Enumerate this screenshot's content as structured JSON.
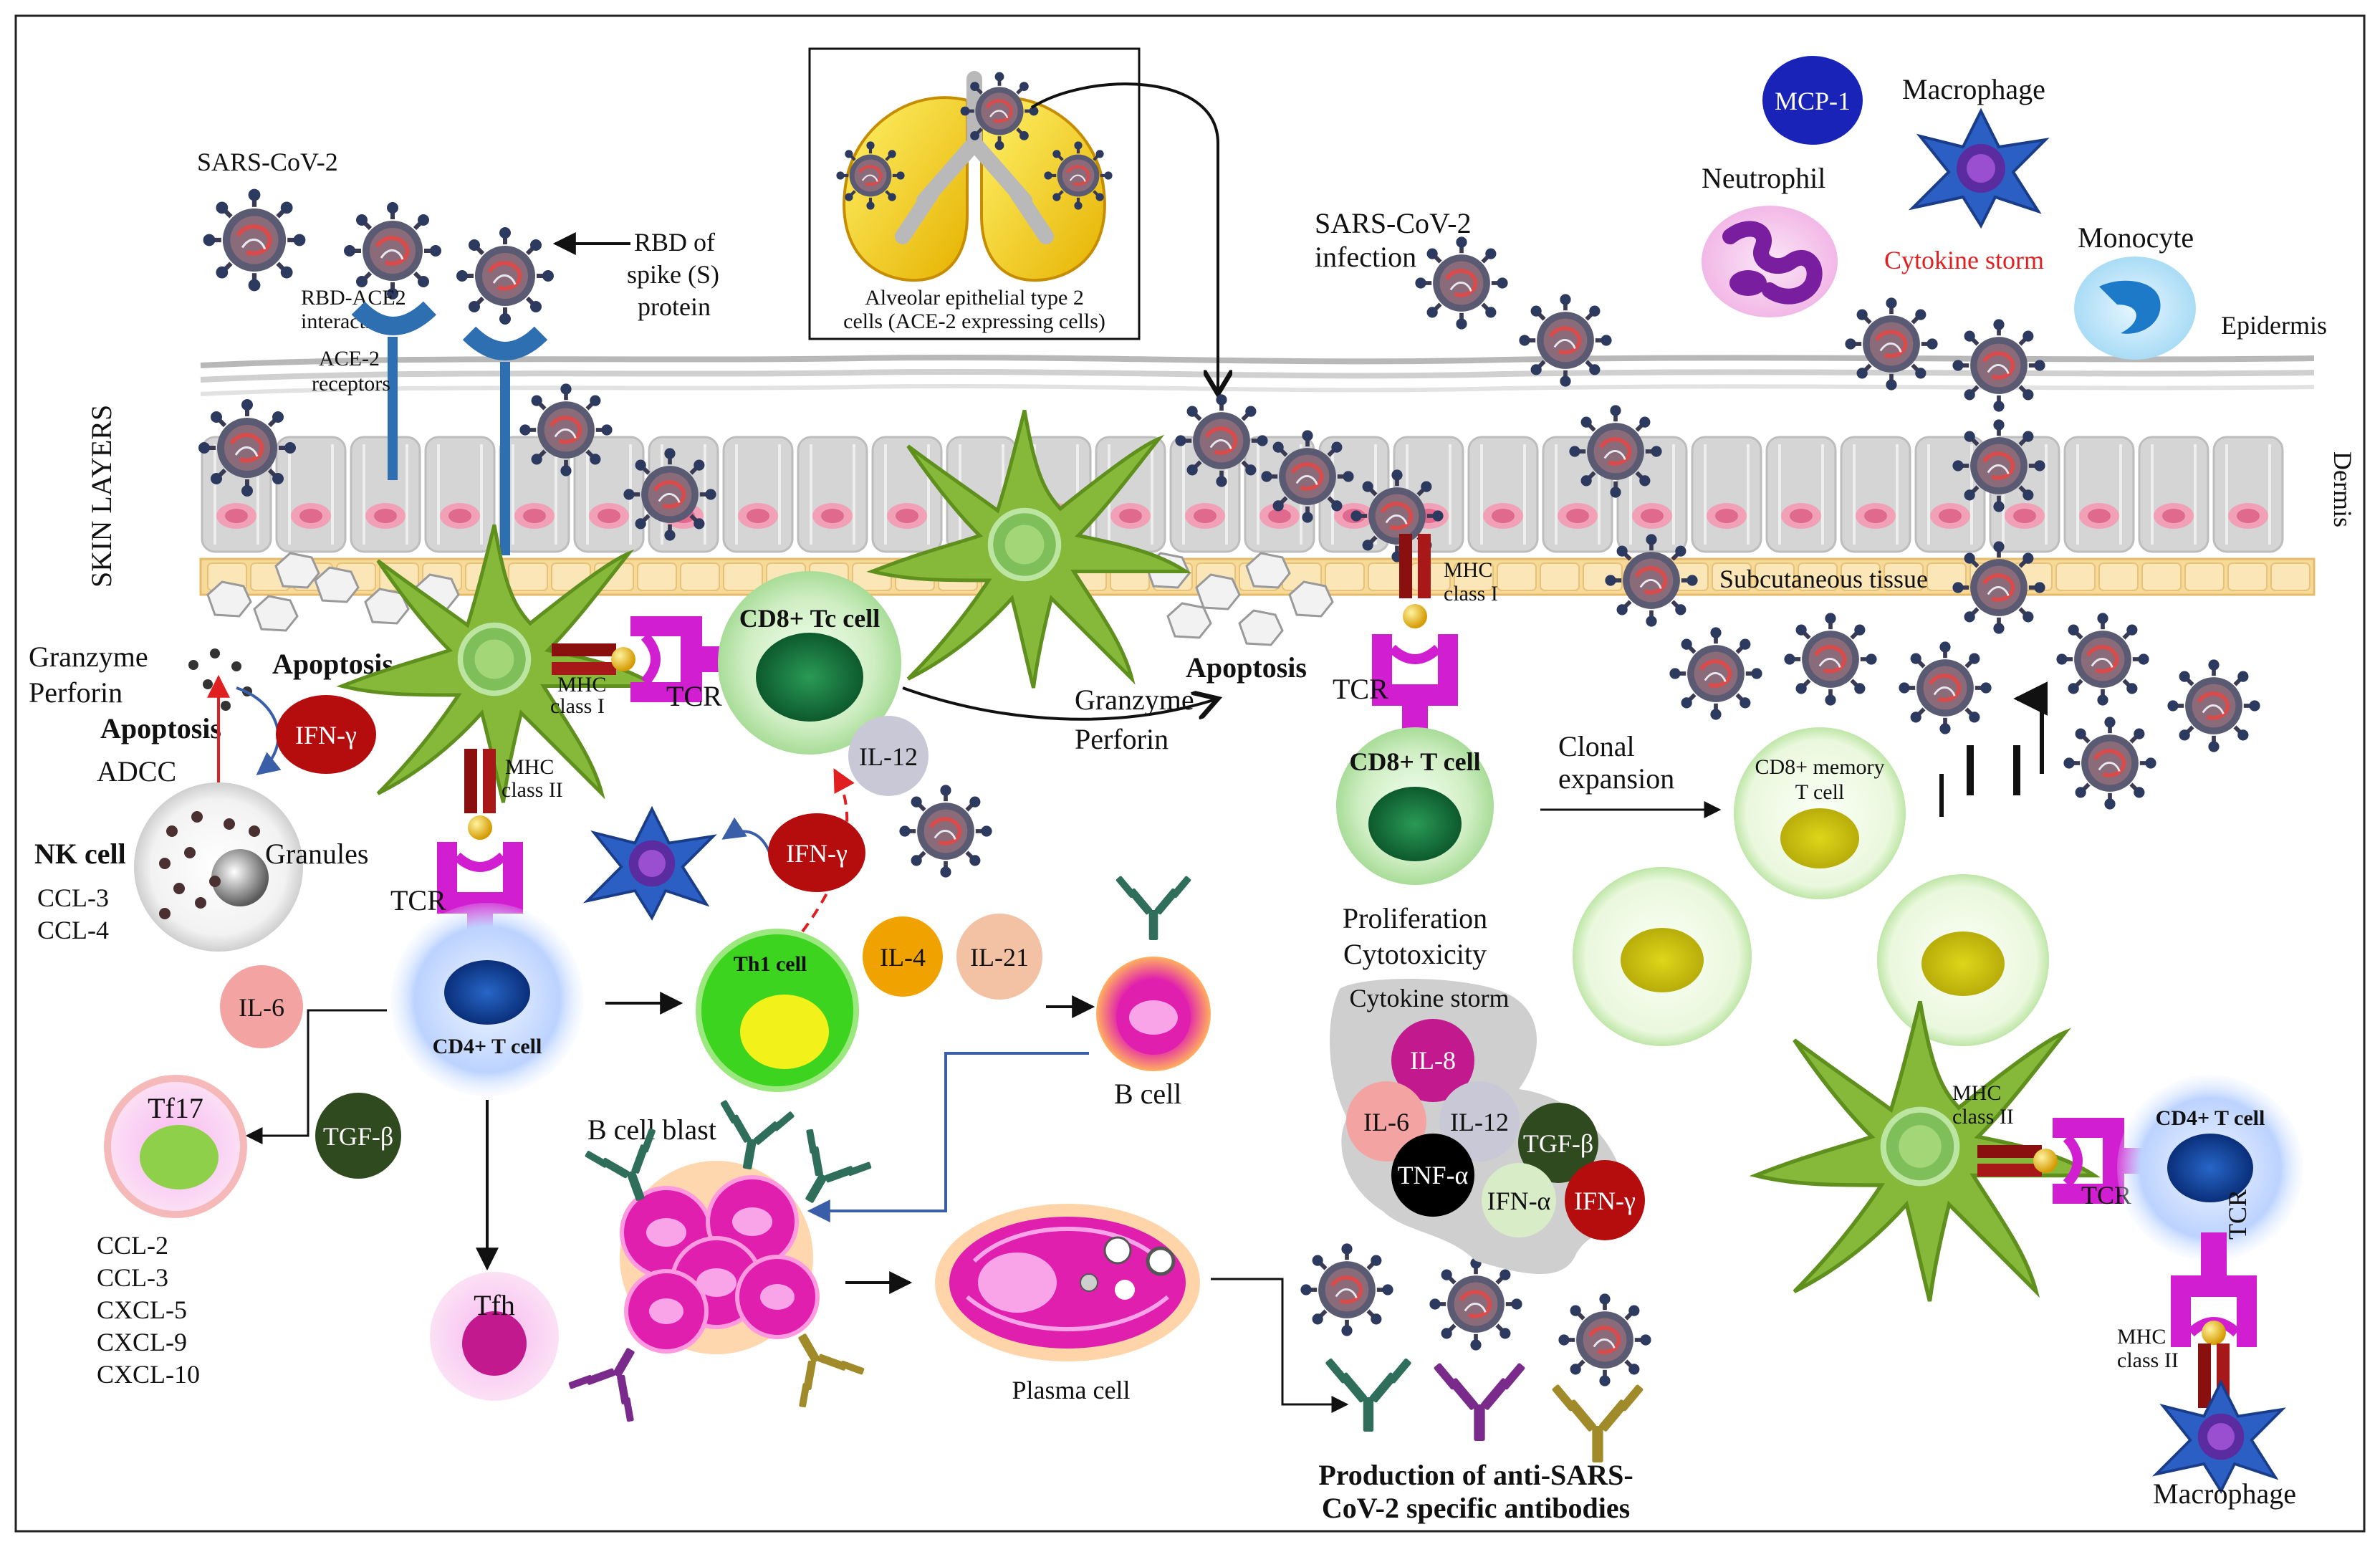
{
  "labels": {
    "sars_cov_2_top": "SARS-CoV-2",
    "rbd_ace2": "RBD-ACE2",
    "interaction": "interaction",
    "rbd_of_spike_1": "RBD of",
    "rbd_of_spike_2": "spike (S)",
    "rbd_of_spike_3": "protein",
    "ace2_receptors_1": "ACE-2",
    "ace2_receptors_2": "receptors",
    "alveolar_1": "Alveolar epithelial type 2",
    "alveolar_2": "cells (ACE-2 expressing cells)",
    "mcp1": "MCP-1",
    "macrophage_top": "Macrophage",
    "neutrophil": "Neutrophil",
    "cytokine_storm_top": "Cytokine storm",
    "monocyte": "Monocyte",
    "epidermis": "Epidermis",
    "dermis": "Dermis",
    "subcutaneous": "Subcutaneous tissue",
    "sars_infection_1": "SARS-CoV-2",
    "sars_infection_2": "infection",
    "skin_layers": "SKIN LAYERS",
    "granzyme_left": "Granzyme",
    "perforin_left": "Perforin",
    "apoptosis_1": "Apoptosis",
    "apoptosis_2": "Apoptosis",
    "adcc": "ADCC",
    "ifn_gamma_1": "IFN-γ",
    "nk_cell": "NK cell",
    "granules": "Granules",
    "ccl3_nk": "CCL-3",
    "ccl4_nk": "CCL-4",
    "mhc_class_i_left_1": "MHC",
    "mhc_class_i_left_2": "class I",
    "tcr_top": "TCR",
    "cd8_tc_cell": "CD8+ Tc cell",
    "granzyme_mid": "Granzyme",
    "perforin_mid": "Perforin",
    "apoptosis_3": "Apoptosis",
    "mhc_class_ii_left_1": "MHC",
    "mhc_class_ii_left_2": "class II",
    "il12_top": "IL-12",
    "ifn_gamma_2": "IFN-γ",
    "tcr_left": "TCR",
    "cd4_t_cell_left": "CD4+ T cell",
    "th1_cell": "Th1 cell",
    "il4": "IL-4",
    "il21": "IL-21",
    "il6_left": "IL-6",
    "tgf_beta_left": "TGF-β",
    "tf17": "Tf17",
    "ccl2": "CCL-2",
    "ccl3": "CCL-3",
    "cxcl5": "CXCL-5",
    "cxcl9": "CXCL-9",
    "cxcl10": "CXCL-10",
    "tfh": "Tfh",
    "b_cell_blast": "B cell blast",
    "b_cell": "B cell",
    "plasma_cell": "Plasma cell",
    "mhc_class_i_right_1": "MHC",
    "mhc_class_i_right_2": "class I",
    "tcr_mid": "TCR",
    "cd8_t_cell": "CD8+ T cell",
    "clonal_1": "Clonal",
    "clonal_2": "expansion",
    "cd8_memory_1": "CD8+  memory",
    "cd8_memory_2": "T cell",
    "proliferation": "Proliferation",
    "cytotoxicity": "Cytotoxicity",
    "cytokine_storm_mid": "Cytokine storm",
    "il8": "IL-8",
    "il6_mid": "IL-6",
    "il12_mid": "IL-12",
    "tgf_beta_mid": "TGF-β",
    "tnf_alpha": "TNF-α",
    "ifn_alpha": "IFN-α",
    "ifn_gamma_3": "IFN-γ",
    "mhc_class_ii_right_1": "MHC",
    "mhc_class_ii_right_2": "class II",
    "cd4_t_cell_right": "CD4+ T cell",
    "tcr_right_1": "TCR",
    "tcr_right_2": "TCR",
    "mhc_class_ii_br_1": "MHC",
    "mhc_class_ii_br_2": "class II",
    "macrophage_bottom": "Macrophage",
    "antibodies_1": "Production of anti-SARS-",
    "antibodies_2": "CoV-2 specific antibodies"
  },
  "colors": {
    "virus": "#3a3a52",
    "virus_core": "#b24a4a",
    "cytokine_red": "#b50d0d",
    "cytokine_dark_green": "#2f4a1e",
    "cytokine_orange": "#f0a300",
    "cytokine_peach": "#f3c2a4",
    "cytokine_grey": "#c8c8d6",
    "cytokine_magenta": "#c21a8e",
    "cytokine_pink": "#f4a3a3",
    "mcp1_blue": "#1a23b8",
    "dendritic_green": "#86b83a",
    "tcr_magenta": "#d11ed1",
    "mhc_red": "#8a1010",
    "skin_grey": "#d9d9d9",
    "subcutaneous_yellow": "#f7d99a",
    "cytokine_storm_text": "#e02020"
  }
}
